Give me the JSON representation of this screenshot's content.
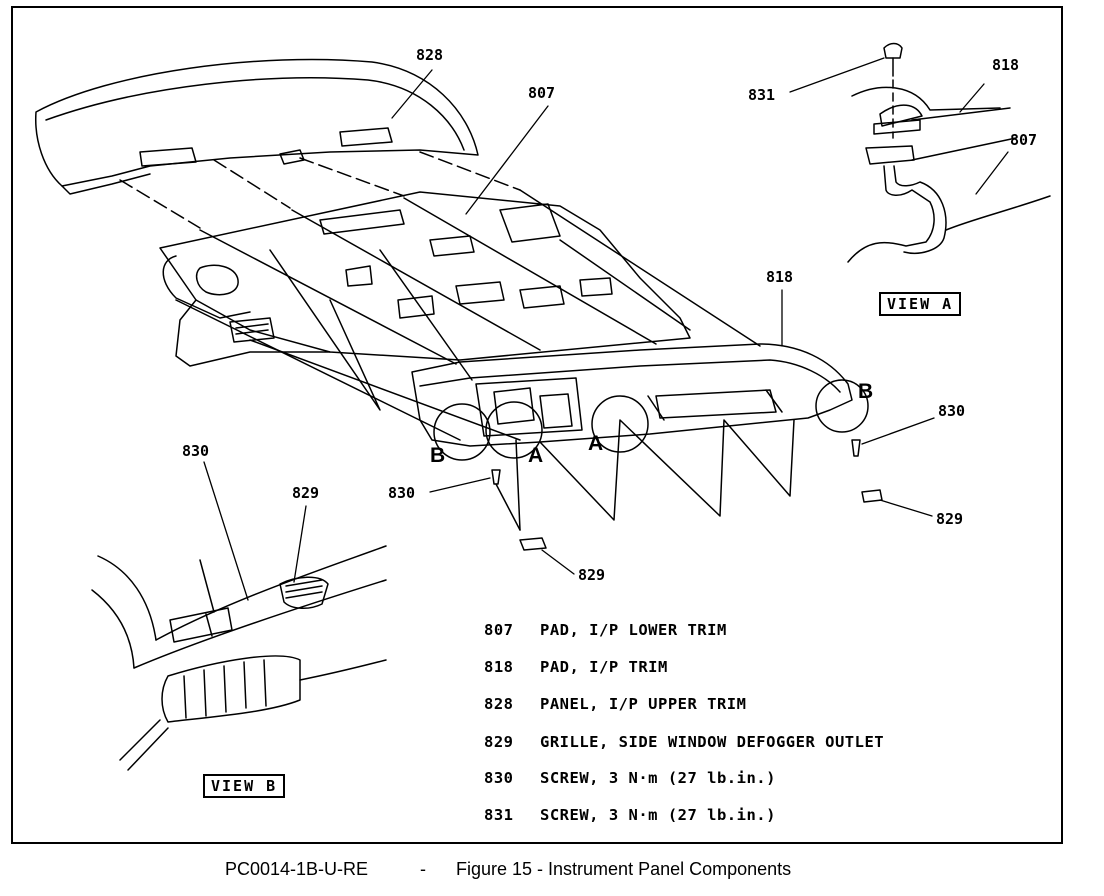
{
  "figure": {
    "caption": {
      "code": "PC0014-1B-U-RE",
      "separator": "-",
      "title": "Figure 15 - Instrument Panel Components"
    },
    "callouts": [
      "828",
      "807",
      "818",
      "831",
      "818",
      "807",
      "830",
      "830",
      "829",
      "830",
      "829",
      "829"
    ],
    "view_letters": [
      "A",
      "A",
      "B",
      "B"
    ],
    "views": {
      "view_a": "VIEW A",
      "view_b": "VIEW B"
    },
    "legend": [
      {
        "num": "807",
        "desc": "PAD, I/P LOWER TRIM"
      },
      {
        "num": "818",
        "desc": "PAD, I/P TRIM"
      },
      {
        "num": "828",
        "desc": "PANEL, I/P UPPER TRIM"
      },
      {
        "num": "829",
        "desc": "GRILLE, SIDE WINDOW DEFOGGER OUTLET"
      },
      {
        "num": "830",
        "desc": "SCREW, 3 N·m (27 lb.in.)"
      },
      {
        "num": "831",
        "desc": "SCREW, 3 N·m (27 lb.in.)"
      }
    ]
  }
}
